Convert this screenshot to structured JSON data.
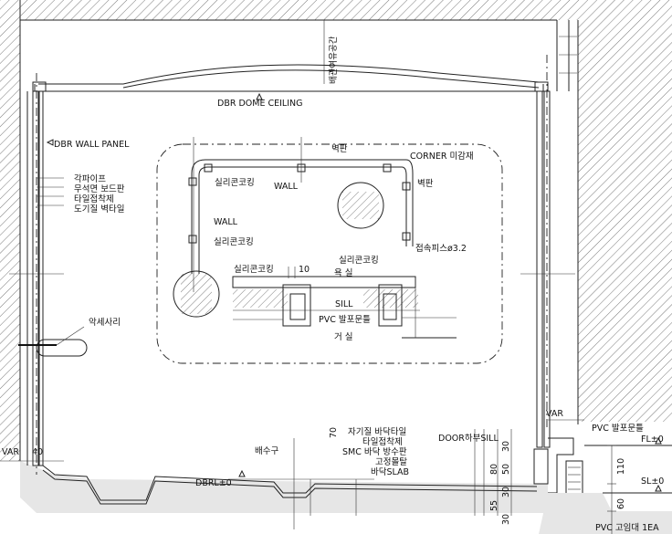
{
  "labels": {
    "dome_ceiling": "DBR DOME CEILING",
    "wall_panel": "DBR WALL PANEL",
    "pipe_space": "배관여유공간",
    "pipe_space_dim": "70",
    "layer1": "각파이프",
    "layer2": "무석면 보드판",
    "layer3": "타일접착제",
    "layer4": "도기질 벽타일",
    "accessory": "악세사리",
    "drain": "배수구",
    "dbrl": "DBRL±0",
    "var_left": "VAR",
    "dim_40": "40",
    "floor1": "자기질 바닥타일",
    "floor2": "타일접착제",
    "floor3": "SMC 바닥 방수판",
    "floor4": "고정몰탈",
    "floor5": "바닥SLAB",
    "door_sill": "DOOR하부SILL",
    "var_right": "VAR",
    "pvc_foam": "PVC 발포문틀",
    "fl": "FL±0",
    "sl": "SL±0",
    "pvc_fix": "PVC 고임대 1EA",
    "dim_80": "80",
    "dim_50": "50",
    "dim_30a": "30",
    "dim_30b": "30",
    "dim_55": "55",
    "dim_30c": "30",
    "dim_110": "110",
    "dim_60": "60"
  },
  "detail": {
    "wall_panel": "벽판",
    "corner": "CORNER 미감재",
    "silicone1": "실리콘코킹",
    "wall1": "WALL",
    "wall2": "WALL",
    "silicone2": "실리콘코킹",
    "wall_panel2": "벽판",
    "screw": "접속피스ø3.2",
    "silicone3": "실리콘코킹",
    "dim_10": "10",
    "silicone4": "실리콘코킹",
    "bathroom": "욕 실",
    "sill": "SILL",
    "pvc_foam": "PVC 발포문틀",
    "living": "거 실"
  },
  "colors": {
    "line": "#222222",
    "hatch": "#555555",
    "fill": "#e6e6e6"
  }
}
